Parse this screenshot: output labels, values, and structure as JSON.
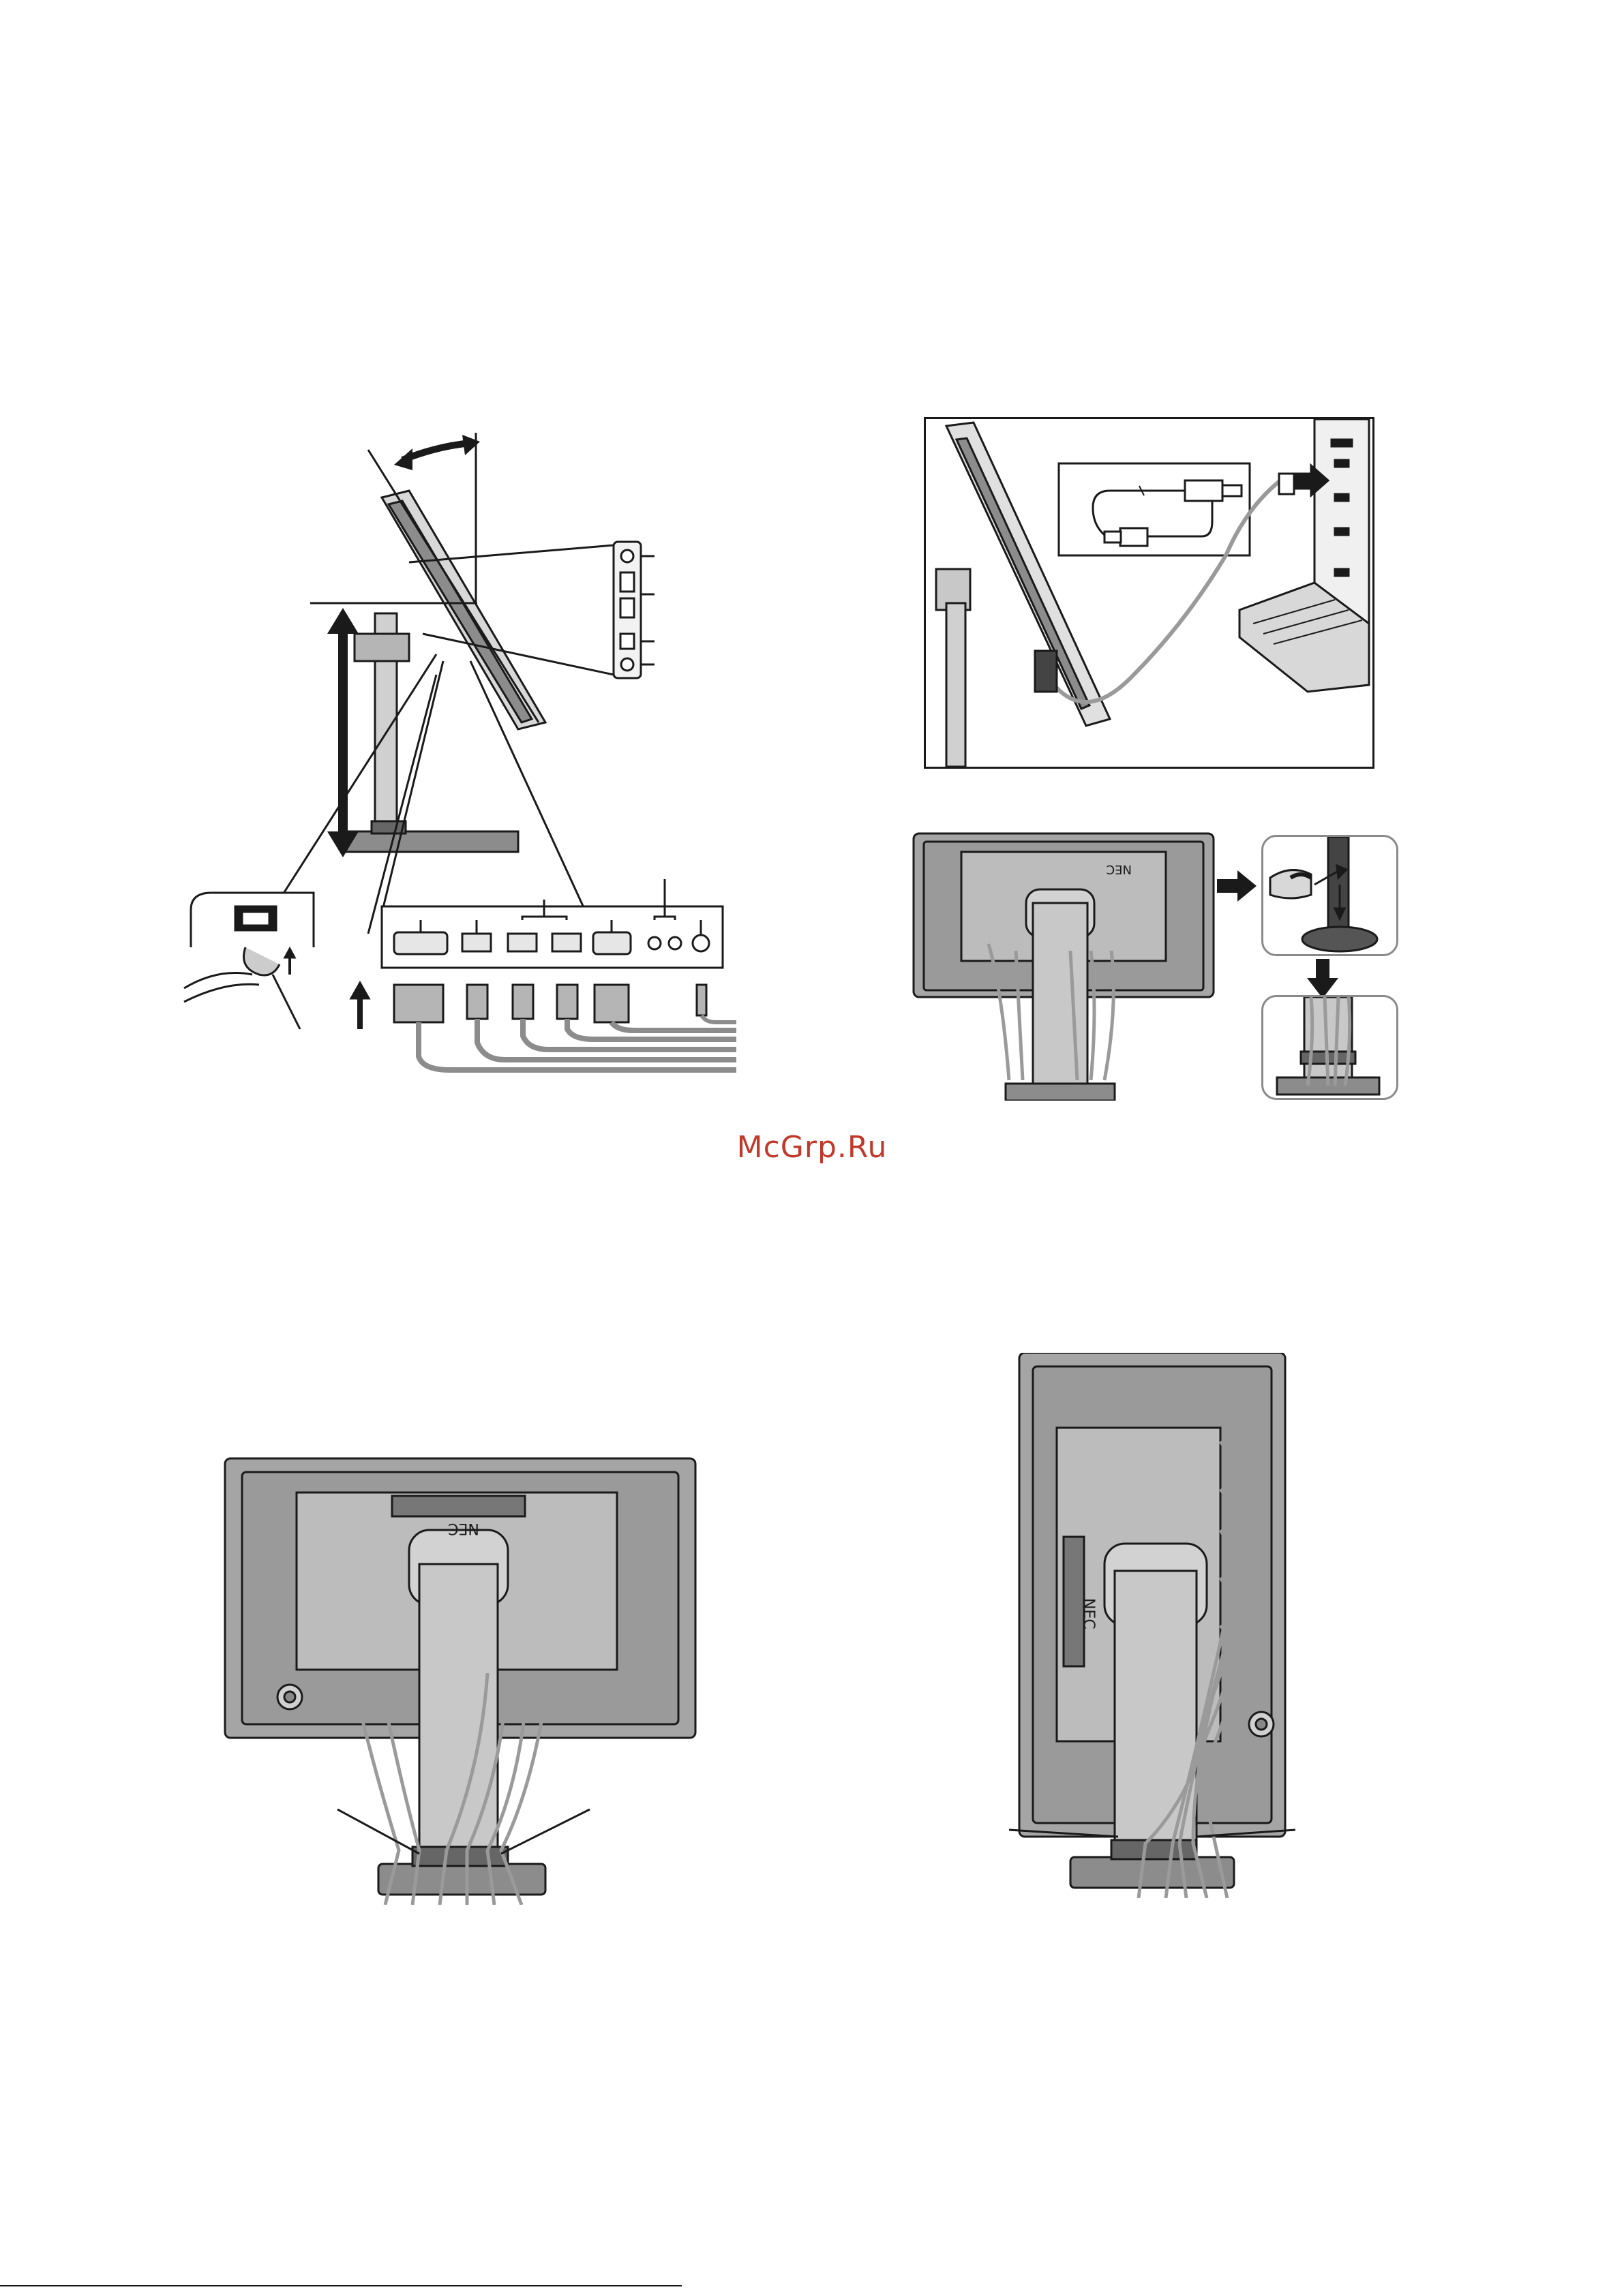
{
  "watermark": "McGrp.Ru",
  "brand": "NEC",
  "colors": {
    "line": "#1a1a1a",
    "body_gray": "#8c8c8c",
    "panel_gray": "#a5a5a5",
    "cable_gray": "#9a9a9a",
    "watermark": "#c0392b"
  },
  "figures": [
    {
      "id": "side-view-ports",
      "icons": [
        "tilt-arrow-icon",
        "height-arrow-icon",
        "power-connector-icon",
        "port-panel"
      ]
    },
    {
      "id": "usb-connection",
      "icons": [
        "usb-cable-icon",
        "keyboard-icon",
        "pc-tower-icon",
        "insert-arrow-icon"
      ]
    },
    {
      "id": "cable-holder-attach",
      "icons": [
        "right-arrow-icon",
        "down-arrow-icon",
        "cable-holder-icon"
      ]
    },
    {
      "id": "rear-landscape",
      "icons": [
        "cable-clip-icon"
      ]
    },
    {
      "id": "rear-portrait",
      "icons": [
        "cable-clip-icon"
      ]
    }
  ]
}
